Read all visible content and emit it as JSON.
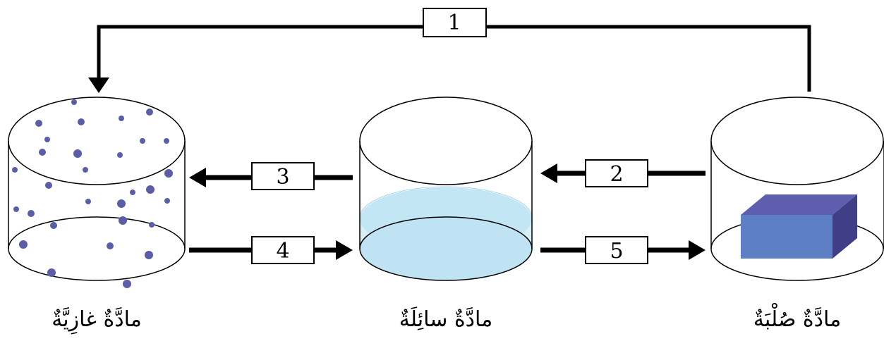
{
  "states": {
    "gas": {
      "label": "مادَّةٌ غازِيَّةٌ"
    },
    "liquid": {
      "label": "مادَّةٌ سائِلَةٌ"
    },
    "solid": {
      "label": "مادَّةٌ صُلْبَةٌ"
    }
  },
  "arrows": {
    "a1": "1",
    "a2": "2",
    "a3": "3",
    "a4": "4",
    "a5": "5"
  },
  "colors": {
    "particle": "#5b5ea6",
    "liquid": "#bfe3f2",
    "cube_front": "#5e7fc4",
    "cube_top": "#5d5fae",
    "cube_side": "#3f3e86",
    "line": "#000000"
  }
}
